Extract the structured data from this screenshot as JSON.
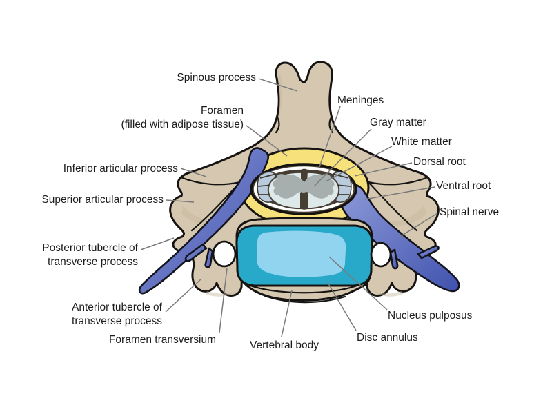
{
  "figure": {
    "background": "#ffffff"
  },
  "colors": {
    "bone": "#d6c8b0",
    "bone_shade": "#c6b59b",
    "outline": "#161412",
    "foramen_fat": "#f6e17b",
    "nerve_light": "#8d9ad8",
    "nerve_dark": "#4152ae",
    "dura_dark": "#473e33",
    "meninges_ring": "#ffffff",
    "nerve_roots": "#b9cbdc",
    "white_matter": "#dde8e8",
    "gray_matter": "#a7afae",
    "disc_annulus": "#29a9c9",
    "nucleus_pulposus": "#90d4ef",
    "foramen_hole": "#ffffff",
    "leader_line": "#7a7a7a",
    "label_text": "#1c1c1c"
  },
  "labels": {
    "spinous_process": "Spinous process",
    "foramen": [
      "Foramen",
      "(filled with adipose tissue)"
    ],
    "inferior_articular_process": "Inferior articular process",
    "superior_articular_process": "Superior articular process",
    "posterior_tubercle": [
      "Posterior tubercle of",
      "transverse process"
    ],
    "anterior_tubercle": [
      "Anterior tubercle of",
      "transverse process"
    ],
    "foramen_transversium": "Foramen transversium",
    "vertebral_body": "Vertebral body",
    "disc_annulus": "Disc annulus",
    "nucleus_pulposus": "Nucleus pulposus",
    "meninges": "Meninges",
    "gray_matter": "Gray matter",
    "white_matter": "White matter",
    "dorsal_root": "Dorsal root",
    "ventral_root": "Ventral root",
    "spinal_nerve": "Spinal nerve"
  }
}
